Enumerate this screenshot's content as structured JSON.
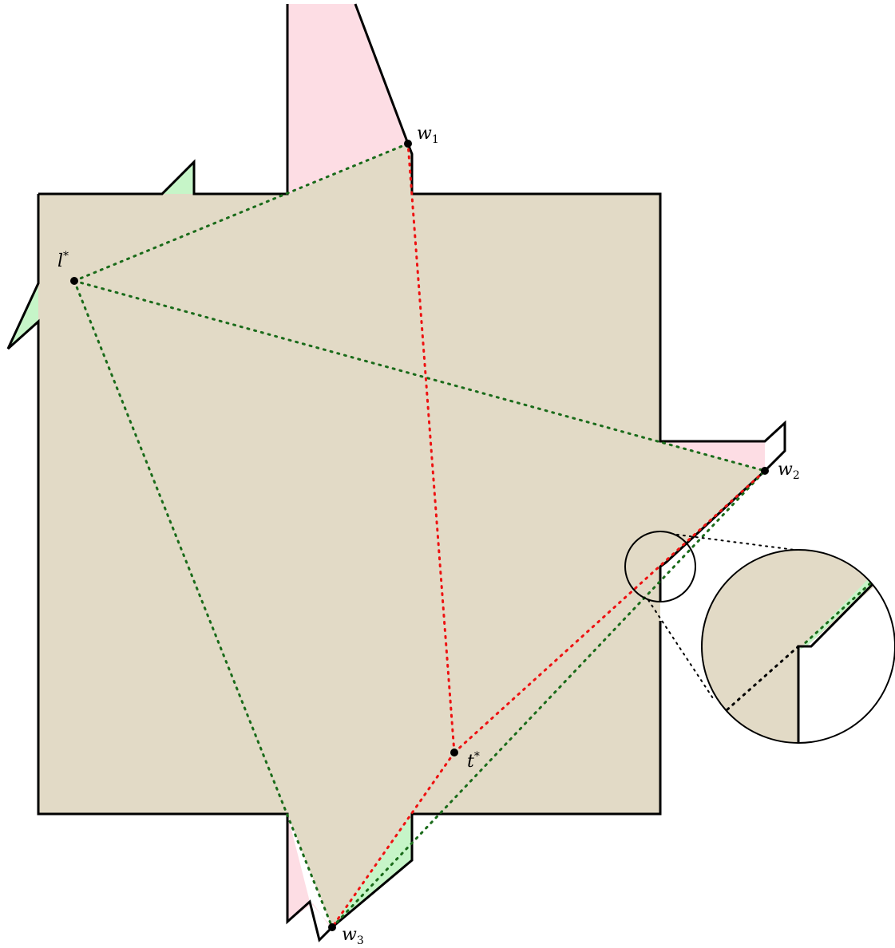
{
  "labels": {
    "w1": {
      "base": "w",
      "sub": "1"
    },
    "w2": {
      "base": "w",
      "sub": "2"
    },
    "w3": {
      "base": "w",
      "sub": "3"
    },
    "l_star": {
      "base": "l",
      "sup": "*"
    },
    "t_star": {
      "base": "t",
      "sup": "*"
    }
  },
  "colors": {
    "polygon_fill": "#e2dac6",
    "pink": "#fddde4",
    "green": "#c6f5c8",
    "outline": "#000000",
    "green_dotted": "#1a6b1a",
    "red_dotted": "#ee1111",
    "white": "#ffffff"
  }
}
